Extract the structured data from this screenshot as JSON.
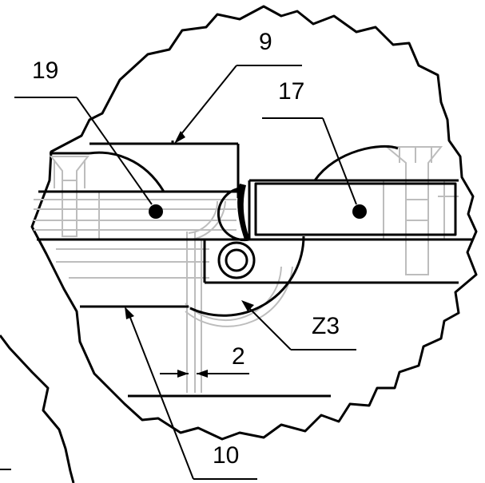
{
  "callouts": {
    "part_9": "9",
    "part_19": "19",
    "part_17": "17",
    "detail_z3": "Z3",
    "dimension_2": "2",
    "part_10": "10"
  },
  "colors": {
    "ink": "#000000",
    "hidden_lines": "#bdbdbd"
  }
}
